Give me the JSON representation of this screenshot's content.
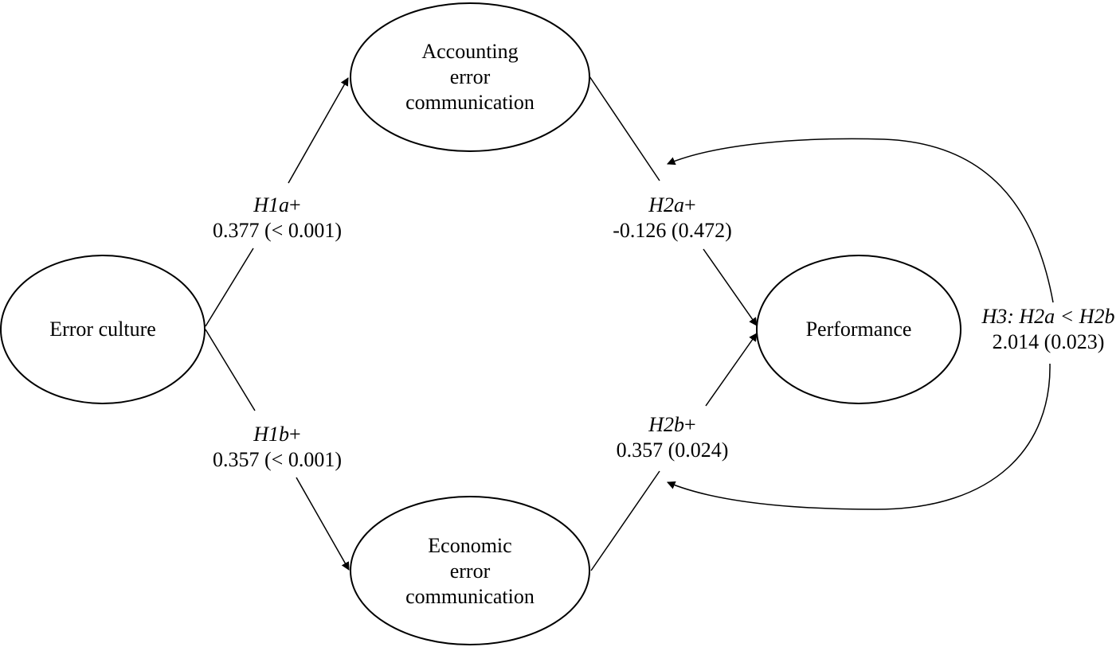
{
  "nodes": {
    "error_culture": "Error culture",
    "accounting": [
      "Accounting",
      "error",
      "communication"
    ],
    "economic": [
      "Economic",
      "error",
      "communication"
    ],
    "performance": "Performance"
  },
  "paths": {
    "h1a": {
      "hyp": "H1a",
      "sign": "+",
      "stat": "0.377 (< 0.001)"
    },
    "h1b": {
      "hyp": "H1b",
      "sign": "+",
      "stat": "0.357 (< 0.001)"
    },
    "h2a": {
      "hyp": "H2a",
      "sign": "+",
      "stat": "-0.126 (0.472)"
    },
    "h2b": {
      "hyp": "H2b",
      "sign": "+",
      "stat": "0.357 (0.024)"
    },
    "h3": {
      "hyp": "H3: H2a < H2b",
      "stat": "2.014 (0.023)"
    }
  }
}
